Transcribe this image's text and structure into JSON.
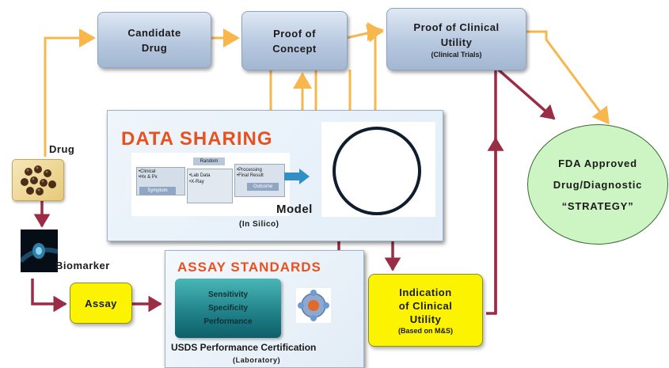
{
  "nodes": {
    "candidate_drug": [
      "Candidate",
      "Drug"
    ],
    "proof_of_concept": [
      "Proof of",
      "Concept"
    ],
    "proof_of_utility": {
      "lines": [
        "Proof of Clinical",
        "Utility"
      ],
      "sub": "(Clinical Trials)"
    },
    "fda": [
      "FDA Approved",
      "Drug/Diagnostic",
      "“STRATEGY”"
    ],
    "indication": {
      "lines": [
        "Indication",
        "of Clinical",
        "Utility"
      ],
      "sub": "(Based on M&S)"
    },
    "assay": "Assay"
  },
  "data_sharing": {
    "title": "DATA SHARING",
    "model_label": "Model",
    "model_sub": "(In Silico)",
    "thumb_left": [
      "•Clinical",
      "•Hx & Px"
    ],
    "thumb_left_tag": "Symptom",
    "thumb_mid": [
      "•Lab Data",
      "•X-Ray"
    ],
    "thumb_mid_tag": "Random",
    "thumb_right": [
      "•Processing",
      "•Final Result"
    ],
    "thumb_right_tag": "Outcome"
  },
  "assay_standards": {
    "title": "ASSAY STANDARDS",
    "criteria": [
      "Sensitivity",
      "Specificity",
      "Performance"
    ],
    "caption": "USDS Performance Certification",
    "caption_sub": "(Laboratory)"
  },
  "labels": {
    "drug": "Drug",
    "biomarker": "Biomarker"
  },
  "colors": {
    "orange_arrow": "#f7b74c",
    "red_arrow": "#9b2c46",
    "title_orange": "#e8511f",
    "yellow_box": "#fbf300",
    "green_oval": "#cdf5c4"
  }
}
